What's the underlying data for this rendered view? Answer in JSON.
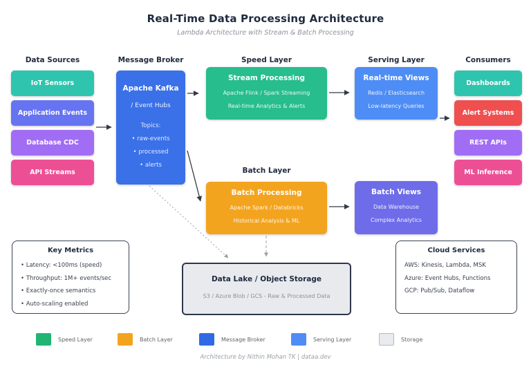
{
  "title": "Real-Time Data Processing Architecture",
  "subtitle": "Lambda Architecture with Stream & Batch Processing",
  "headers": {
    "data_sources": "Data Sources",
    "message_broker": "Message Broker",
    "speed_layer": "Speed Layer",
    "serving_layer": "Serving Layer",
    "consumers": "Consumers",
    "batch_layer": "Batch Layer"
  },
  "data_sources": [
    {
      "label": "IoT Sensors",
      "color": "#2ec4ad"
    },
    {
      "label": "Application Events",
      "color": "#6674f1"
    },
    {
      "label": "Database CDC",
      "color": "#a16df4"
    },
    {
      "label": "API Streams",
      "color": "#ed4f95"
    }
  ],
  "message_broker": {
    "title": "Apache Kafka",
    "subtitle": "/ Event Hubs",
    "topics_label": "Topics:",
    "topics": [
      "• raw-events",
      "• processed",
      "• alerts"
    ],
    "color": "#3a70e8"
  },
  "speed_layer": {
    "title": "Stream Processing",
    "line1": "Apache Flink / Spark Streaming",
    "line2": "Real-time Analytics & Alerts",
    "color": "#27bd8d"
  },
  "serving_layer": {
    "title": "Real-time Views",
    "line1": "Redis / Elasticsearch",
    "line2": "Low-latency Queries",
    "color": "#4e8df5"
  },
  "batch_layer": {
    "title": "Batch Processing",
    "line1": "Apache Spark / Databricks",
    "line2": "Historical Analysis & ML",
    "color": "#f3a41f"
  },
  "batch_views": {
    "title": "Batch Views",
    "line1": "Data Warehouse",
    "line2": "Complex Analytics",
    "color": "#6e6ce9"
  },
  "consumers": [
    {
      "label": "Dashboards",
      "color": "#2ec4ad"
    },
    {
      "label": "Alert Systems",
      "color": "#ef4f4f"
    },
    {
      "label": "REST APIs",
      "color": "#a16df4"
    },
    {
      "label": "ML Inference",
      "color": "#ed4f95"
    }
  ],
  "key_metrics": {
    "title": "Key Metrics",
    "items": [
      "• Latency: <100ms (speed)",
      "• Throughput: 1M+ events/sec",
      "• Exactly-once semantics",
      "• Auto-scaling enabled"
    ]
  },
  "data_lake": {
    "title": "Data Lake / Object Storage",
    "subtitle": "S3 / Azure Blob / GCS - Raw & Processed Data",
    "fill": "#e8eaee"
  },
  "cloud_services": {
    "title": "Cloud Services",
    "items": [
      "AWS: Kinesis, Lambda, MSK",
      "Azure: Event Hubs, Functions",
      "GCP: Pub/Sub, Dataflow"
    ]
  },
  "legend": [
    {
      "label": "Speed Layer",
      "color": "#21b573"
    },
    {
      "label": "Batch Layer",
      "color": "#f3a41f"
    },
    {
      "label": "Message Broker",
      "color": "#2f6ae4"
    },
    {
      "label": "Serving Layer",
      "color": "#4e8df5"
    },
    {
      "label": "Storage",
      "color": "#e8eaee"
    }
  ],
  "footer": "Architecture by Nithin Mohan TK | dataa.dev"
}
